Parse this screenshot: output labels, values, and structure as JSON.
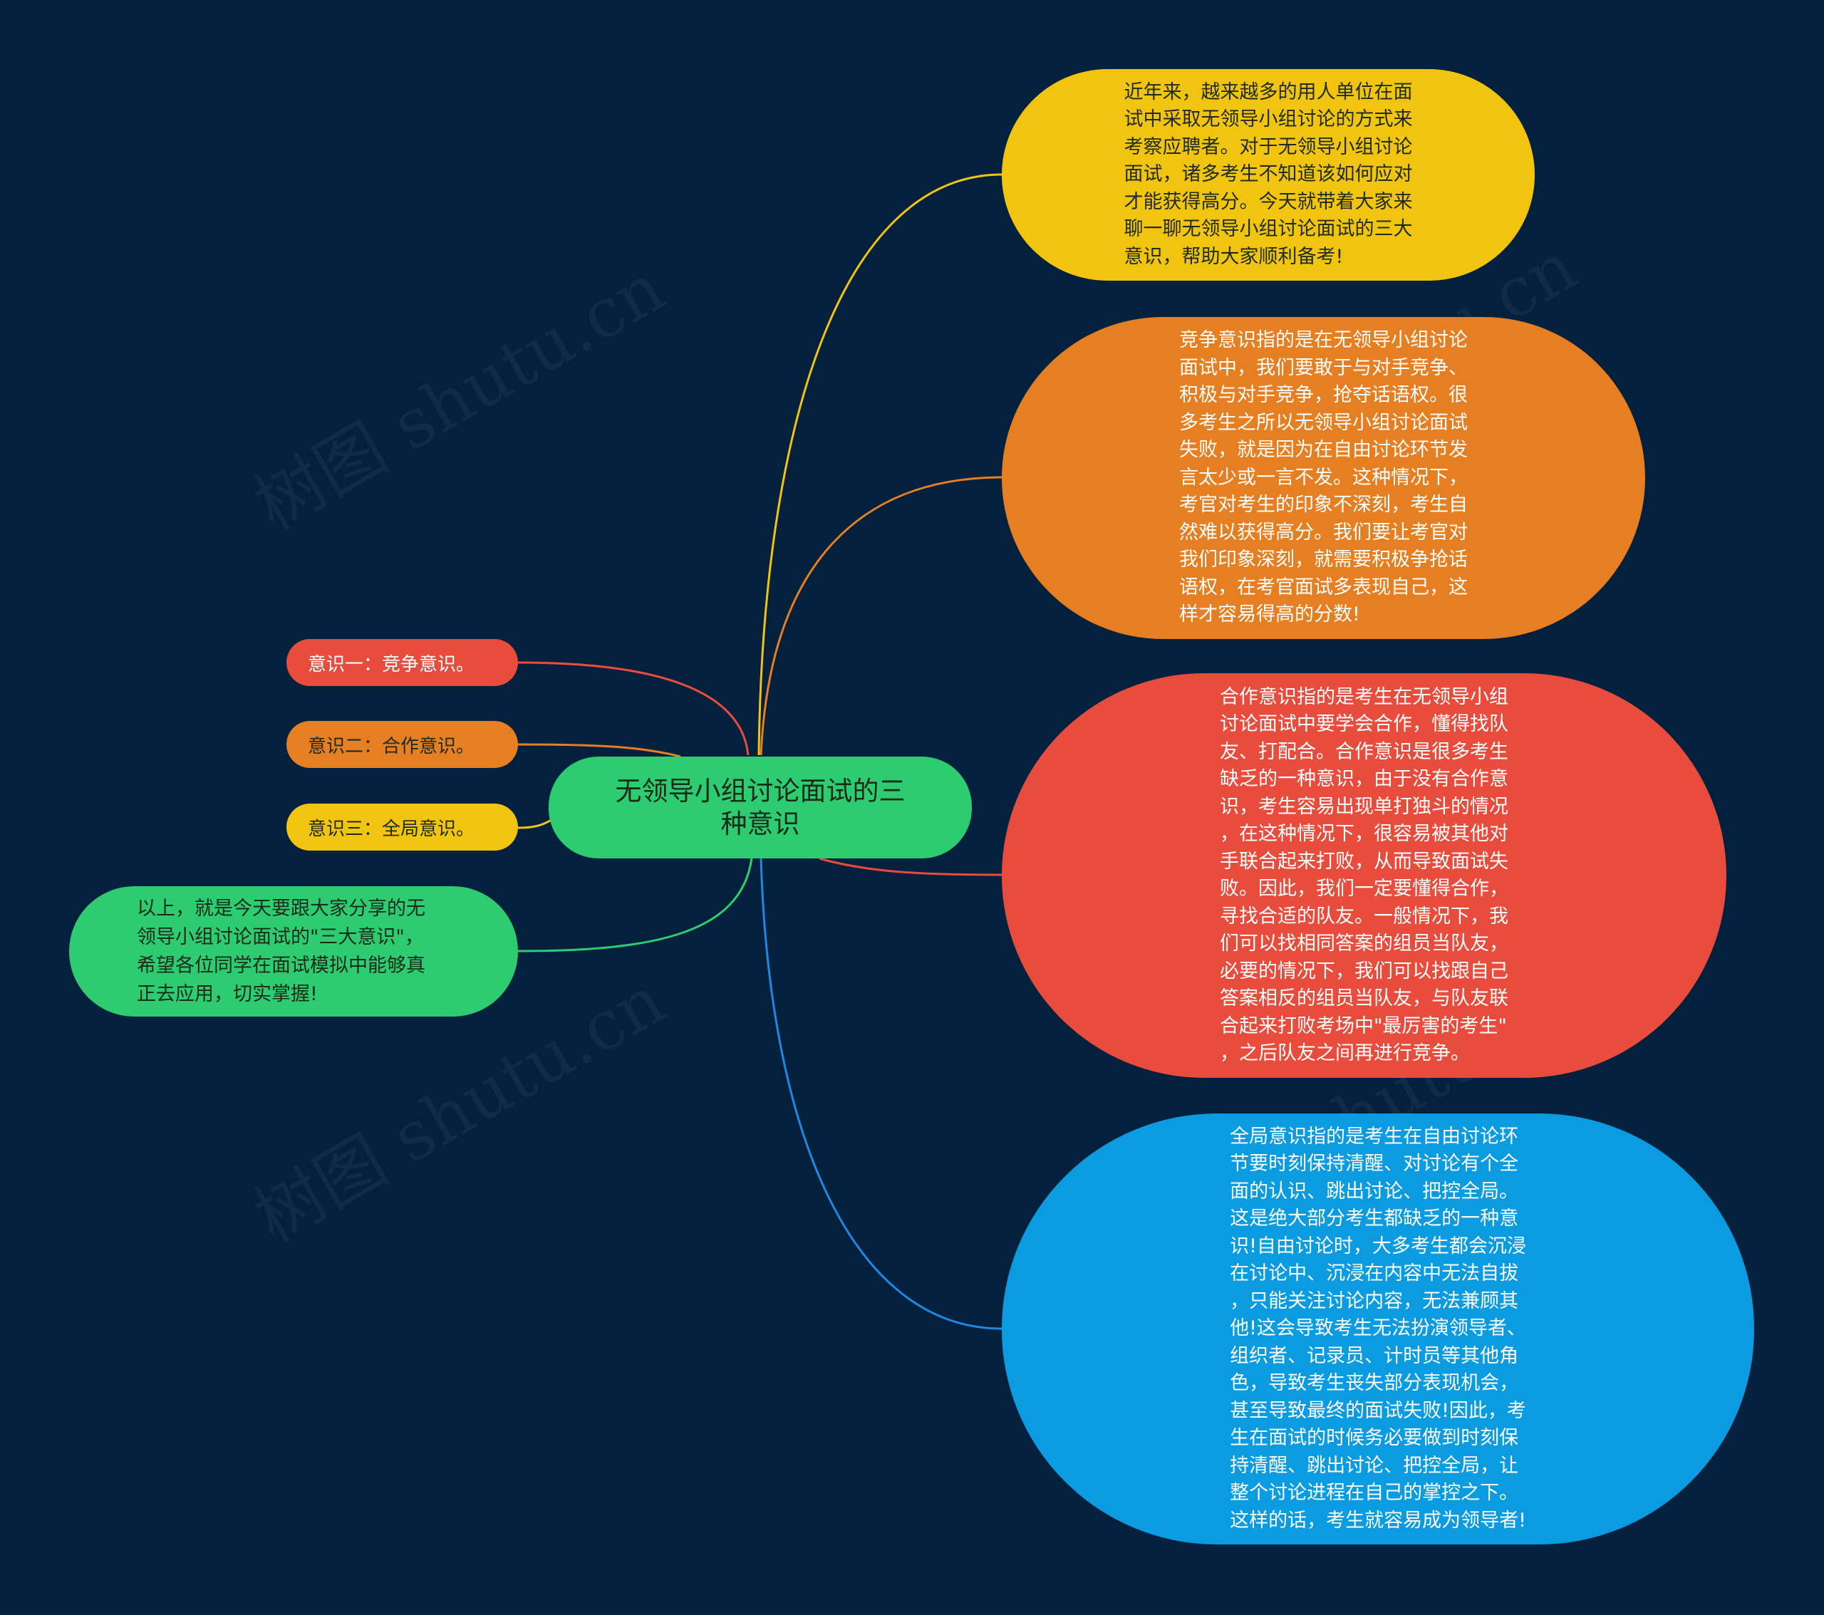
{
  "center": {
    "label": "无领导小组讨论面试的三\n种意识"
  },
  "left_items": [
    {
      "label": "意识一：竞争意识。",
      "color": "#e74c3c"
    },
    {
      "label": "意识二：合作意识。",
      "color": "#e67e22"
    },
    {
      "label": "意识三：全局意识。",
      "color": "#f1c40f"
    }
  ],
  "summary": {
    "text": "以上，就是今天要跟大家分享的无\n领导小组讨论面试的\"三大意识\"，\n希望各位同学在面试模拟中能够真\n正去应用，切实掌握!",
    "color": "#2ecc71"
  },
  "right_items": [
    {
      "text": "近年来，越来越多的用人单位在面\n试中采取无领导小组讨论的方式来\n考察应聘者。对于无领导小组讨论\n面试，诸多考生不知道该如何应对\n才能获得高分。今天就带着大家来\n聊一聊无领导小组讨论面试的三大\n意识，帮助大家顺利备考!",
      "color": "#f1c40f"
    },
    {
      "text": "竞争意识指的是在无领导小组讨论\n面试中，我们要敢于与对手竞争、\n积极与对手竞争，抢夺话语权。很\n多考生之所以无领导小组讨论面试\n失败，就是因为在自由讨论环节发\n言太少或一言不发。这种情况下，\n考官对考生的印象不深刻，考生自\n然难以获得高分。我们要让考官对\n我们印象深刻，就需要积极争抢话\n语权，在考官面试多表现自己，这\n样才容易得高的分数!",
      "color": "#e67e22"
    },
    {
      "text": "合作意识指的是考生在无领导小组\n讨论面试中要学会合作，懂得找队\n友、打配合。合作意识是很多考生\n缺乏的一种意识，由于没有合作意\n识，考生容易出现单打独斗的情况\n，在这种情况下，很容易被其他对\n手联合起来打败，从而导致面试失\n败。因此，我们一定要懂得合作，\n寻找合适的队友。一般情况下，我\n们可以找相同答案的组员当队友，\n必要的情况下，我们可以找跟自己\n答案相反的组员当队友，与队友联\n合起来打败考场中\"最厉害的考生\"\n，之后队友之间再进行竞争。",
      "color": "#e74c3c"
    },
    {
      "text": "全局意识指的是考生在自由讨论环\n节要时刻保持清醒、对讨论有个全\n面的认识、跳出讨论、把控全局。\n这是绝大部分考生都缺乏的一种意\n识!自由讨论时，大多考生都会沉浸\n在讨论中、沉浸在内容中无法自拔\n，只能关注讨论内容，无法兼顾其\n他!这会导致考生无法扮演领导者、\n组织者、记录员、计时员等其他角\n色，导致考生丧失部分表现机会，\n甚至导致最终的面试失败!因此，考\n生在面试的时候务必要做到时刻保\n持清醒、跳出讨论、把控全局，让\n整个讨论进程在自己的掌控之下。\n这样的话，考生就容易成为领导者!",
      "color": "#0b9be0"
    }
  ],
  "center_color": "#2ecc71",
  "background_color": "#03203c",
  "watermark": "树图 shutu.cn"
}
